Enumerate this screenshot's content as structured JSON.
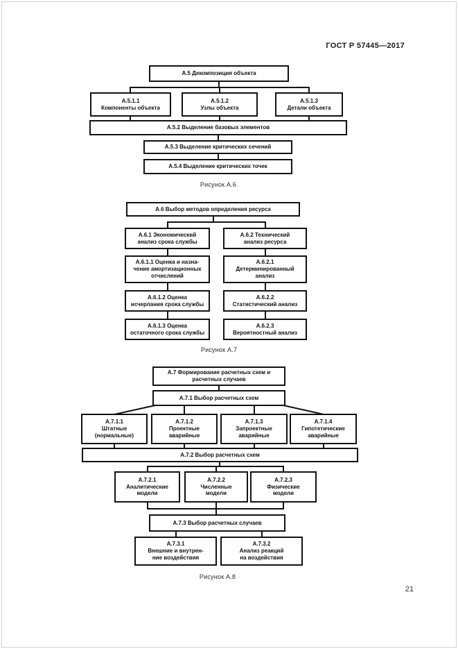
{
  "header": {
    "standard": "ГОСТ Р 57445—2017"
  },
  "page_number": "21",
  "figure_a6": {
    "caption": "Рисунок А.6",
    "nodes": {
      "a5": "А.5 Декомпозиция объекта",
      "a511": "А.5.1.1\nКомпоненты объекта",
      "a512": "А.5.1.2\nУзлы объекта",
      "a513": "А.5.1.3\nДетали объекта",
      "a52": "А.5.2 Выделение базовых элементов",
      "a53": "А.5.3 Выделение критических сечений",
      "a54": "А.5.4 Выделение критических точек"
    }
  },
  "figure_a7": {
    "caption": "Рисунок А.7",
    "nodes": {
      "a6": "А.6 Выбор методов определения ресурса",
      "a61": "А.6.1 Экономический\nанализ срока службы",
      "a62": "А.6.2 Технический\nанализ ресурса",
      "a611": "А.6.1.1 Оценка и назна-\nчение амортизационных\nотчислений",
      "a621": "А.6.2.1\nДетерминированный\nанализ",
      "a612": "А.6.1.2 Оценка\nисчерпания срока службы",
      "a622": "А.6.2.2\nСтатистический анализ",
      "a613": "А.6.1.3 Оценка\nостаточного срока службы",
      "a623": "А.6.2.3\nВероятностный анализ"
    }
  },
  "figure_a8": {
    "caption": "Рисунок А.8",
    "nodes": {
      "a7": "А.7 Формирование расчетных схем и\nрасчетных случаев",
      "a71": "А.7.1 Выбор расчетных схем",
      "a711": "А.7.1.1\nШтатные\n(нормальные)",
      "a712": "А.7.1.2\nПроектные\nаварийные",
      "a713": "А.7.1.3\nЗапроектные\nаварийные",
      "a714": "А.7.1.4\nГипотетические\nаварийные",
      "a72": "А.7.2 Выбор расчетных схем",
      "a721": "А.7.2.1\nАналитические\nмодели",
      "a722": "А.7.2.2\nЧисленные\nмодели",
      "a723": "А.7.2.3\nФизические\nмодели",
      "a73": "А.7.3 Выбор расчетных случаев",
      "a731": "А.7.3.1\nВнешние и внутрен-\nние воздействия",
      "a732": "А.7.3.2\nАнализ реакций\nна воздействия"
    }
  }
}
